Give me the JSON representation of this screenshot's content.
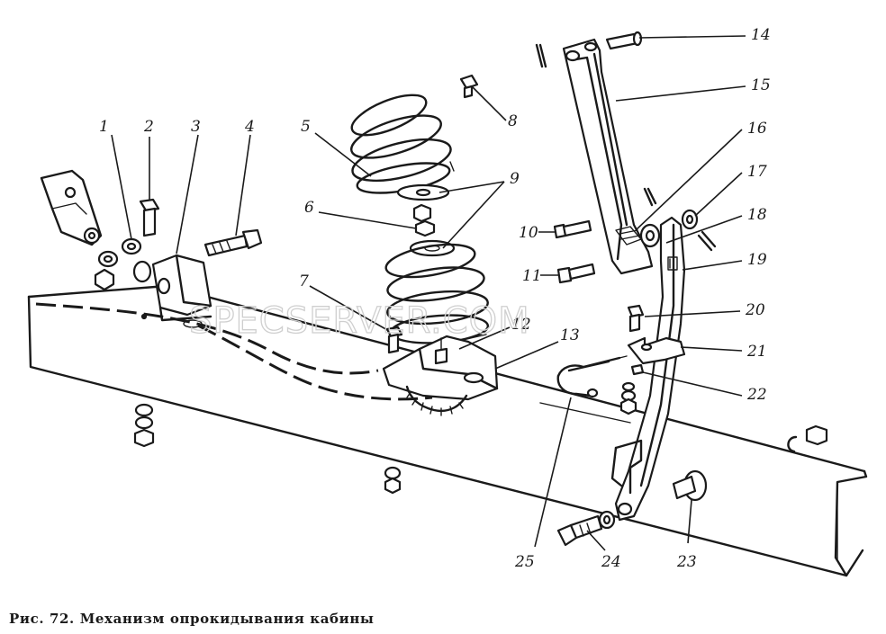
{
  "caption": "Рис. 72. Механизм опрокидывания кабины",
  "watermark": "SPECSERVER.COM",
  "callouts": [
    "1",
    "2",
    "3",
    "4",
    "5",
    "6",
    "7",
    "8",
    "9",
    "10",
    "11",
    "12",
    "13",
    "14",
    "15",
    "16",
    "17",
    "18",
    "19",
    "20",
    "21",
    "22",
    "23",
    "24",
    "25"
  ]
}
